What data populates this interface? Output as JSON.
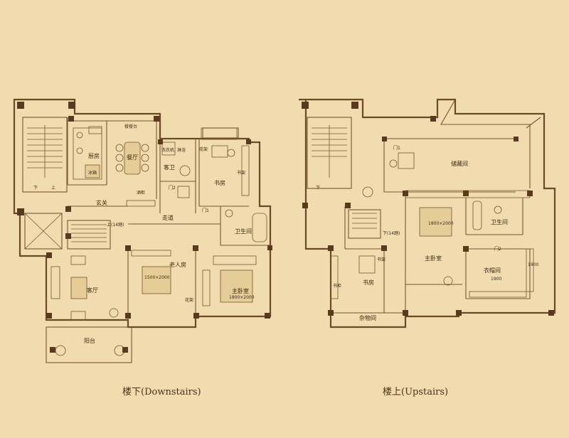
{
  "captions": {
    "downstairs": "楼下(Downstairs)",
    "upstairs": "楼上(Upstairs)"
  },
  "downstairs": {
    "kitchen": "厨房",
    "dining": "餐厅",
    "fridge": "冰箱",
    "sideboard": "餐餐台",
    "wine_cabinet": "酒柜",
    "foyer": "玄关",
    "guest_bath": "客卫",
    "laundry": "洗衣机",
    "tub": "淋浴",
    "planter": "花架",
    "study": "书房",
    "bookshelf": "书架",
    "corridor": "走道",
    "bathroom": "卫生间",
    "elder_room": "老人房",
    "elder_bed": "1500×2000",
    "master": "主卧室",
    "master_bed": "1800×2000",
    "living": "客厅",
    "balcony": "阳台",
    "stair_down": "下",
    "stair_up": "上",
    "stair_note": "上(14踏)",
    "flower_rack": "花架",
    "door_m1": "门1",
    "door_m2": "门2"
  },
  "upstairs": {
    "storage": "储藏间",
    "master": "主卧室",
    "master_bed": "1800×2000",
    "bathroom": "卫生间",
    "wardrobe": "衣帽间",
    "wardrobe_w": "1900",
    "wardrobe_h": "1900",
    "study": "书房",
    "bookshelf": "书柜",
    "utility": "杂物间",
    "shelf": "书架",
    "stair_down": "下",
    "stair_note": "下(14踏)",
    "door_m1": "门1",
    "door_m2": "门2"
  }
}
